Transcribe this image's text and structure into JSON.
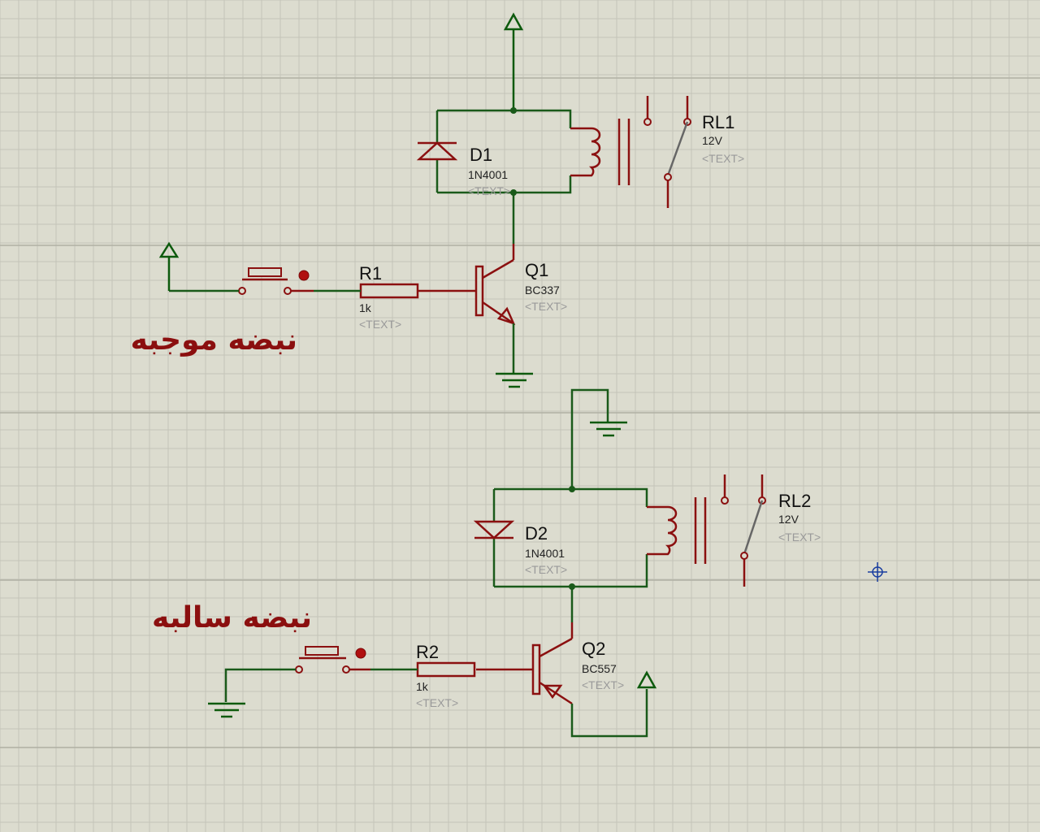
{
  "components": {
    "D1": {
      "ref": "D1",
      "value": "1N4001",
      "text": "<TEXT>"
    },
    "RL1": {
      "ref": "RL1",
      "value": "12V",
      "text": "<TEXT>"
    },
    "R1": {
      "ref": "R1",
      "value": "1k",
      "text": "<TEXT>"
    },
    "Q1": {
      "ref": "Q1",
      "value": "BC337",
      "text": "<TEXT>"
    },
    "D2": {
      "ref": "D2",
      "value": "1N4001",
      "text": "<TEXT>"
    },
    "RL2": {
      "ref": "RL2",
      "value": "12V",
      "text": "<TEXT>"
    },
    "R2": {
      "ref": "R2",
      "value": "1k",
      "text": "<TEXT>"
    },
    "Q2": {
      "ref": "Q2",
      "value": "BC557",
      "text": "<TEXT>"
    }
  },
  "annotations": {
    "positive_pulse": "نبضه موجبه",
    "negative_pulse": "نبضه سالبه"
  },
  "colors": {
    "background": "#dcdccf",
    "grid_minor": "#c4c4b8",
    "grid_major": "#b0b0a4",
    "wire": "#1a5a1a",
    "component": "#8b1010",
    "label_text": "#9a9a9a",
    "annotation": "#8b0f0f"
  }
}
